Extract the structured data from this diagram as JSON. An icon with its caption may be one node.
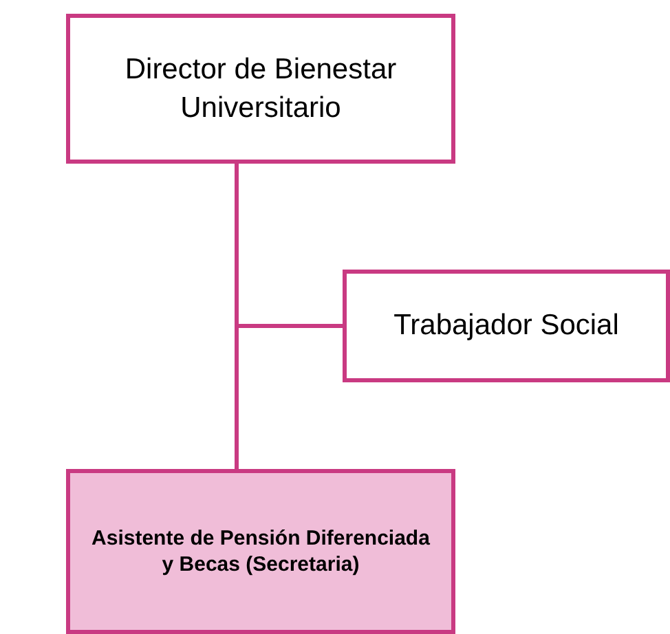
{
  "diagram": {
    "nodes": [
      {
        "text": [
          "Director de Bienestar Universitario"
        ]
      },
      {
        "text": [
          "Trabajador Social"
        ]
      },
      {
        "text": [
          "Asistente de Pensión Diferenciada y Becas (Secretaria)"
        ]
      }
    ],
    "edges": [
      {
        "from": 0,
        "to": 1,
        "arrow": "none"
      },
      {
        "from": 0,
        "to": 2,
        "arrow": "none"
      }
    ]
  }
}
